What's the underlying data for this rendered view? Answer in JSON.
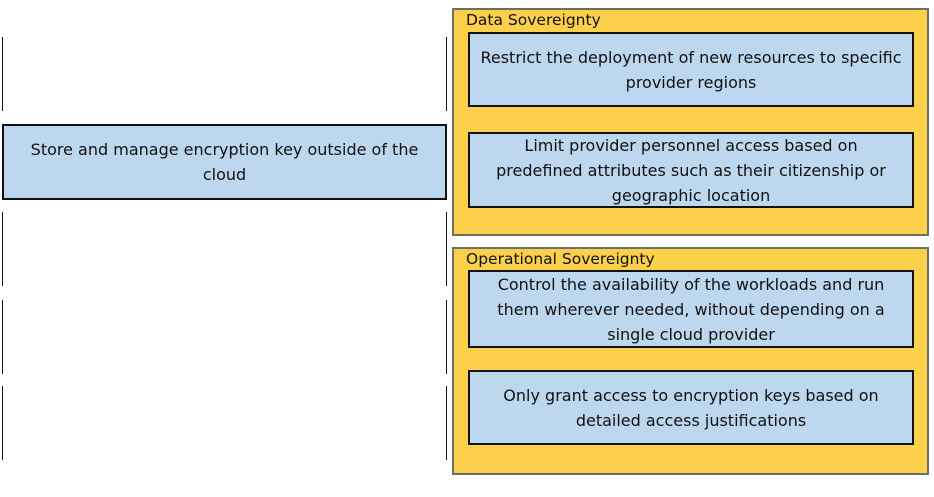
{
  "answer_area": {
    "slots": 5,
    "placed_item": "Store and manage encryption key outside of the cloud"
  },
  "categories": [
    {
      "title": "Data Sovereignty",
      "items": [
        "Restrict the deployment of new resources to specific provider regions",
        "Limit provider personnel access based on predefined attributes such as their citizenship or geographic location"
      ]
    },
    {
      "title": "Operational Sovereignty",
      "items": [
        "Control the availability of the workloads and run them wherever needed, without depending on a single cloud provider",
        "Only grant access to encryption keys based on detailed access justifications"
      ]
    }
  ],
  "colors": {
    "item_fill": "#bdd7ee",
    "panel_fill": "#fdd04b",
    "panel_border": "#6b7160"
  }
}
